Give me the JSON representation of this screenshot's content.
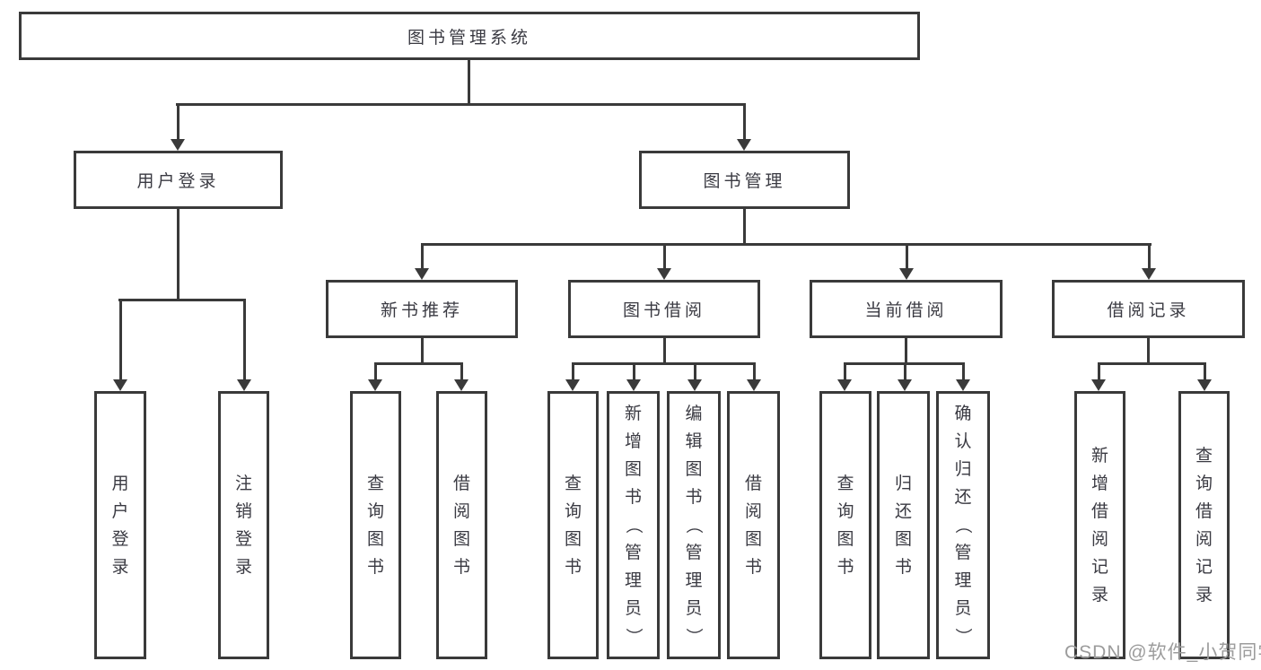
{
  "tree": {
    "label": "图书管理系统",
    "children": [
      {
        "label": "用户登录",
        "children": [
          {
            "label": "用户登录"
          },
          {
            "label": "注销登录"
          }
        ]
      },
      {
        "label": "图书管理",
        "children": [
          {
            "label": "新书推荐",
            "children": [
              {
                "label": "查询图书"
              },
              {
                "label": "借阅图书"
              }
            ]
          },
          {
            "label": "图书借阅",
            "children": [
              {
                "label": "查询图书"
              },
              {
                "label": "新增图书（管理员）"
              },
              {
                "label": "编辑图书（管理员）"
              },
              {
                "label": "借阅图书"
              }
            ]
          },
          {
            "label": "当前借阅",
            "children": [
              {
                "label": "查询图书"
              },
              {
                "label": "归还图书"
              },
              {
                "label": "确认归还（管理员）"
              }
            ]
          },
          {
            "label": "借阅记录",
            "children": [
              {
                "label": "新增借阅记录"
              },
              {
                "label": "查询借阅记录"
              }
            ]
          }
        ]
      }
    ]
  },
  "watermark": {
    "text": "CSDN @软件_小贺同学"
  },
  "colors": {
    "line": "#3a3a3a",
    "text": "#3a3a42",
    "watermark": "#9c9c9c",
    "background": "#ffffff"
  }
}
